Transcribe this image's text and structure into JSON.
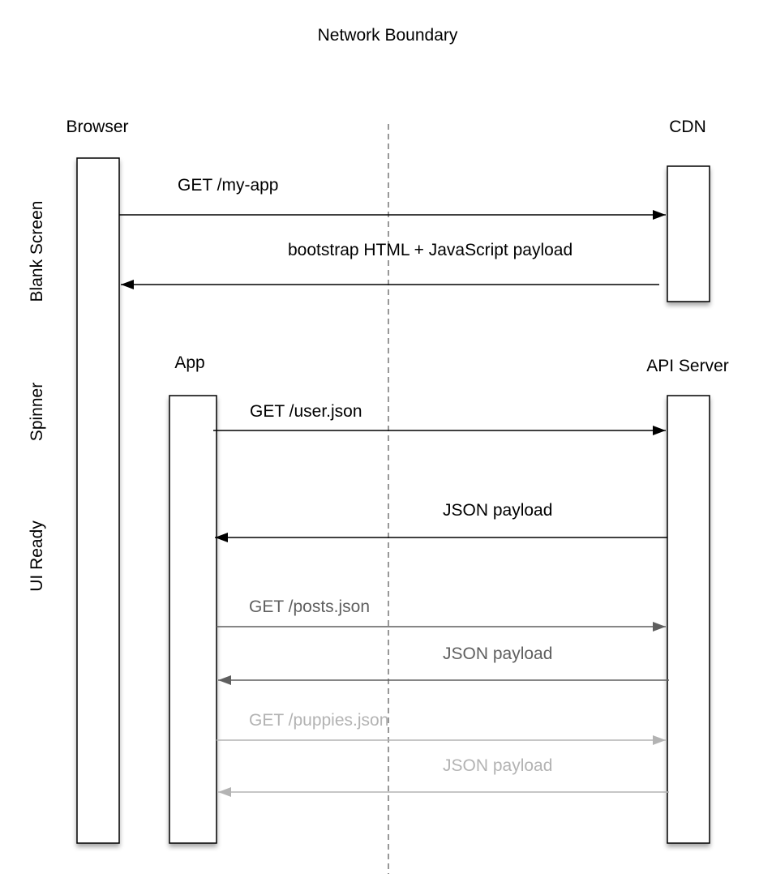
{
  "title": "Network Boundary",
  "actors": {
    "browser": "Browser",
    "cdn": "CDN",
    "app": "App",
    "api_server": "API Server"
  },
  "phases": {
    "blank_screen": "Blank Screen",
    "spinner": "Spinner",
    "ui_ready": "UI Ready"
  },
  "messages": [
    {
      "label": "GET /my-app",
      "from": "Browser",
      "to": "CDN",
      "color": "#000000"
    },
    {
      "label": "bootstrap HTML + JavaScript payload",
      "from": "CDN",
      "to": "Browser",
      "color": "#000000"
    },
    {
      "label": "GET /user.json",
      "from": "App",
      "to": "API Server",
      "color": "#000000"
    },
    {
      "label": "JSON payload",
      "from": "API Server",
      "to": "App",
      "color": "#000000"
    },
    {
      "label": "GET /posts.json",
      "from": "App",
      "to": "API Server",
      "color": "#5f5f5f"
    },
    {
      "label": "JSON payload",
      "from": "API Server",
      "to": "App",
      "color": "#5f5f5f"
    },
    {
      "label": "GET /puppies.json",
      "from": "App",
      "to": "API Server",
      "color": "#b3b3b3"
    },
    {
      "label": "JSON payload",
      "from": "API Server",
      "to": "App",
      "color": "#b3b3b3"
    }
  ]
}
